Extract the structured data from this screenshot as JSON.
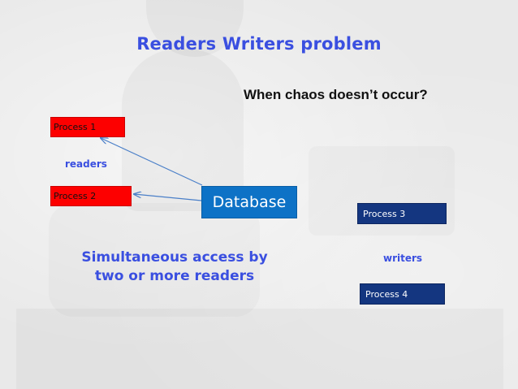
{
  "slide": {
    "title": "Readers Writers problem",
    "subtitle": "When chaos doesn’t occur?",
    "caption_line1": "Simultaneous access by",
    "caption_line2": "two or more readers"
  },
  "diagram": {
    "database_label": "Database",
    "readers_label": "readers",
    "writers_label": "writers",
    "processes": [
      {
        "label": "Process 1",
        "role": "reader",
        "color": "#fd0000"
      },
      {
        "label": "Process 2",
        "role": "reader",
        "color": "#fd0000"
      },
      {
        "label": "Process 3",
        "role": "writer",
        "color": "#143680"
      },
      {
        "label": "Process 4",
        "role": "writer",
        "color": "#143680"
      }
    ],
    "edges": [
      {
        "from": "Database",
        "to": "Process 1"
      },
      {
        "from": "Database",
        "to": "Process 2"
      }
    ],
    "colors": {
      "title": "#3a4fe0",
      "database": "#0d72c6",
      "arrow": "#4a7fc8"
    }
  }
}
